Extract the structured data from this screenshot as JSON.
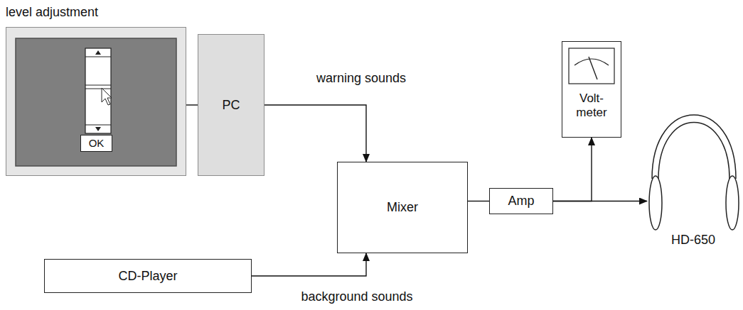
{
  "diagram": {
    "nodes": [
      {
        "text": [
          "level adjustment"
        ]
      },
      {
        "text": [
          "OK"
        ],
        "in": 0
      },
      {
        "text": [
          "PC"
        ]
      },
      {
        "text": [
          "Volt- meter"
        ]
      },
      {
        "text": [
          "Mixer"
        ]
      },
      {
        "text": [
          "Amp"
        ]
      },
      {
        "text": [
          "HD-650"
        ]
      },
      {
        "text": [
          "CD-Player"
        ]
      }
    ],
    "edges": [
      {
        "from": 0,
        "to": 2,
        "arrow": "none"
      },
      {
        "from": 2,
        "to": 4,
        "label": "warning sounds",
        "arrow": "to"
      },
      {
        "from": 7,
        "to": 4,
        "label": "background sounds",
        "arrow": "to"
      },
      {
        "from": 4,
        "to": 5,
        "arrow": "none"
      },
      {
        "from": 5,
        "to": 3,
        "arrow": "to"
      },
      {
        "from": 5,
        "to": 6,
        "arrow": "to"
      }
    ]
  }
}
